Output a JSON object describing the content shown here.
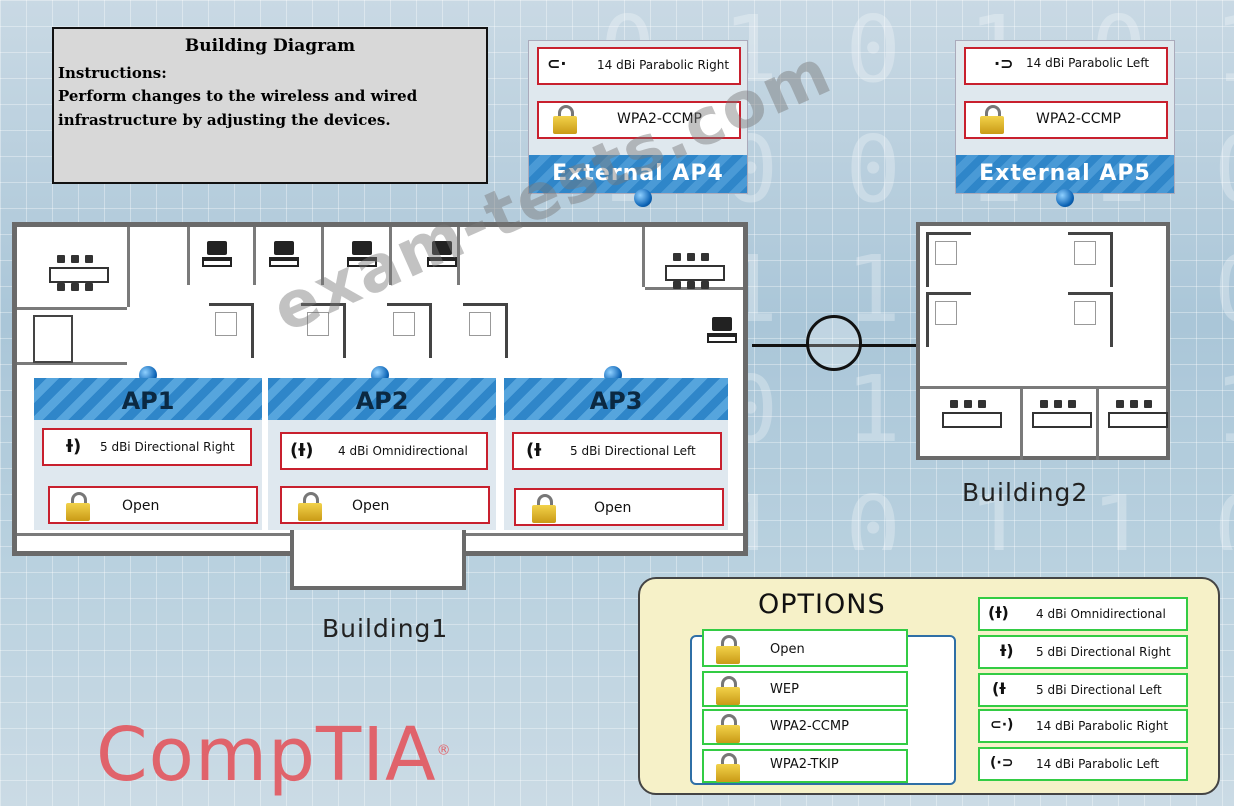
{
  "instructions": {
    "title": "Building Diagram",
    "heading": "Instructions:",
    "body": "Perform changes to the wireless and wired infrastructure by adjusting the devices."
  },
  "external_aps": [
    {
      "label": "External AP4",
      "antenna": "14 dBi Parabolic Right",
      "encryption": "WPA2-CCMP"
    },
    {
      "label": "External AP5",
      "antenna": "14 dBi Parabolic Left",
      "encryption": "WPA2-CCMP"
    }
  ],
  "aps": [
    {
      "label": "AP1",
      "antenna": "5 dBi Directional Right",
      "encryption": "Open"
    },
    {
      "label": "AP2",
      "antenna": "4 dBi Omnidirectional",
      "encryption": "Open"
    },
    {
      "label": "AP3",
      "antenna": "5 dBi Directional Left",
      "encryption": "Open"
    }
  ],
  "buildings": {
    "b1": "Building1",
    "b2": "Building2"
  },
  "options": {
    "title": "OPTIONS",
    "encryption": [
      "Open",
      "WEP",
      "WPA2-CCMP",
      "WPA2-TKIP"
    ],
    "antennas": [
      "4 dBi Omnidirectional",
      "5 dBi Directional Right",
      "5 dBi Directional Left",
      "14 dBi Parabolic Right",
      "14 dBi Parabolic Left"
    ]
  },
  "watermark": "exam-tests.com",
  "logo": {
    "text": "CompTIA",
    "mark": "®"
  },
  "background_binary": "0 1 0 1 0 1 1 0 0 1\n1 0 0 1 1 0 1 0 1 0\n0 1 1 0 1 0 0 1 1 0\n1 0 1 0 0 1 1 0 0 1\n0 1 0 1 1 0 0 1 1 0",
  "colors": {
    "slot_border": "#c8202e",
    "option_border": "#33cc44",
    "ap_band": "#2f86c9",
    "logo": "#e0636b"
  },
  "icons": {
    "lock": "padlock-icon",
    "antenna": "antenna-icon",
    "ap": "access-point-dot-icon"
  }
}
